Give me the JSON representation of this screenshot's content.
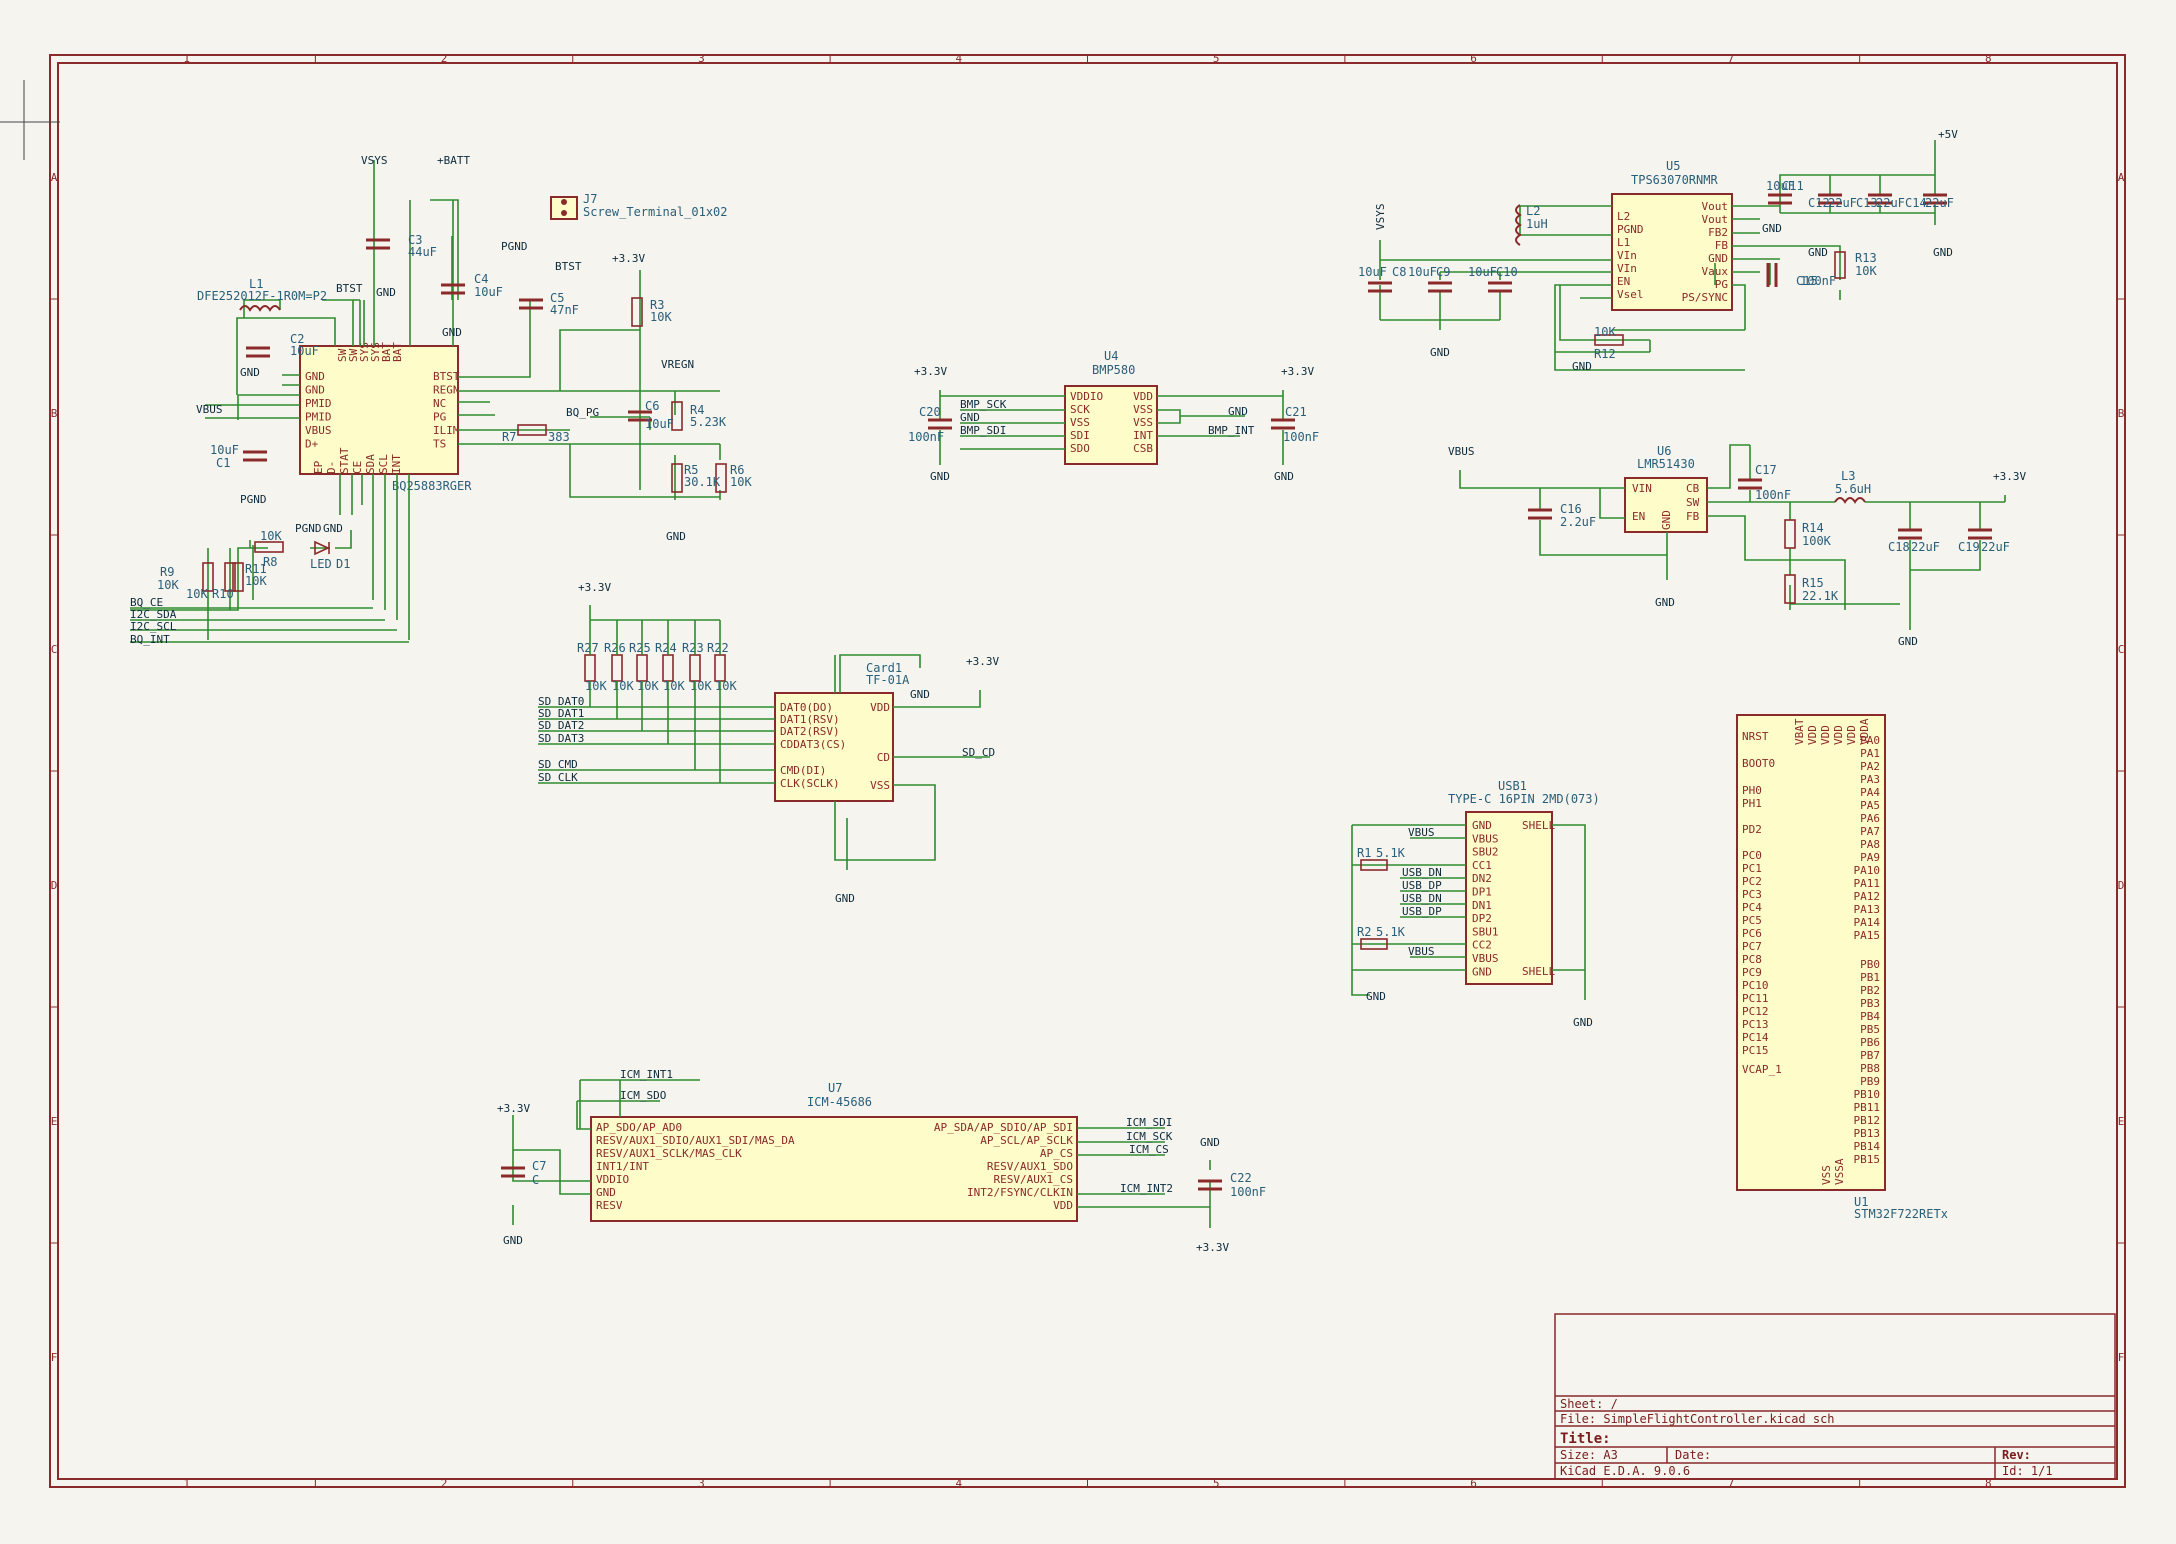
{
  "colors": {
    "frame": "#8a2a2a",
    "wire": "#2e8b2e",
    "body": "#fefcc8",
    "text": "#2a5f7a",
    "background": "#f5f4ef"
  },
  "border": {
    "cols": [
      "1",
      "2",
      "3",
      "4",
      "5",
      "6",
      "7",
      "8"
    ],
    "rows": [
      "A",
      "B",
      "C",
      "D",
      "E",
      "F"
    ]
  },
  "title_block": {
    "sheet": "Sheet: /",
    "file": "File: SimpleFlightController.kicad_sch",
    "title": "Title:",
    "size": "Size: A3",
    "date": "Date:",
    "rev": "Rev:",
    "tool": "KiCad E.D.A. 9.0.6",
    "id": "Id: 1/1"
  },
  "charger": {
    "ref": "BQ25883RGER",
    "power_vsys": "VSYS",
    "power_batt": "+BATT",
    "btst": "BTST",
    "btst2": "BTST",
    "l1_ref": "L1",
    "l1_val": "DFE252012F-1R0M=P2",
    "c2_ref": "C2",
    "c2_val": "10uF",
    "c3_ref": "C3",
    "c3_val": "44uF",
    "c4_ref": "C4",
    "c4_val": "10uF",
    "c5_ref": "C5",
    "c5_val": "47nF",
    "c6_ref": "C6",
    "c6_val": "10uF",
    "c1_ref": "C1",
    "c1_val": "10uF",
    "r3_ref": "R3",
    "r3_val": "10K",
    "r4_ref": "R4",
    "r4_val": "5.23K",
    "r5_ref": "R5",
    "r5_val": "30.1K",
    "r6_ref": "R6",
    "r6_val": "10K",
    "r7_ref": "R7",
    "r7_val": "383",
    "r8_ref": "R8",
    "r8_val": "10K",
    "r9_ref": "R9",
    "r9_val": "10K",
    "r10_ref": "R10",
    "r10_val": "10K",
    "r11_ref": "R11",
    "r11_val": "10K",
    "led_ref": "LED",
    "led_d": "D1",
    "j7_ref": "J7",
    "j7_val": "Screw_Terminal_01x02",
    "vregn": "VREGN",
    "v33": "+3.3V",
    "vbus": "VBUS",
    "gnd": "GND",
    "pgnd": "PGND",
    "bq_pg": "BQ_PG",
    "nets": [
      "BQ_CE",
      "I2C_SDA",
      "I2C_SCL",
      "BQ_INT"
    ],
    "pins_left": [
      "SW",
      "SW",
      "SYS",
      "SYS",
      "BAT",
      "BAT"
    ],
    "pins_right": [
      "BTST",
      "REGN",
      "NC",
      "PG",
      "ILIM",
      "TS"
    ],
    "pins_left2": [
      "GND",
      "GND",
      "PMID",
      "PMID",
      "VBUS",
      "D+"
    ],
    "pins_bottom": [
      "EP",
      "D-",
      "STAT",
      "CE",
      "SDA",
      "SCL",
      "INT"
    ]
  },
  "baro": {
    "ref": "U4",
    "val": "BMP580",
    "c20_ref": "C20",
    "c20_val": "100nF",
    "c21_ref": "C21",
    "c21_val": "100nF",
    "v33": "+3.3V",
    "gnd": "GND",
    "left": [
      "VDDIO",
      "SCK",
      "VSS",
      "SDI",
      "SDO"
    ],
    "right": [
      "VDD",
      "VSS",
      "VSS",
      "INT",
      "CSB"
    ],
    "nets": [
      "BMP_SCK",
      "GND",
      "BMP_SDI",
      "GND",
      "BMP_INT"
    ]
  },
  "boost": {
    "ref": "U5",
    "val": "TPS63070RNMR",
    "l2_ref": "L2",
    "l2_val": "1uH",
    "vsys": "VSYS",
    "v5": "+5V",
    "gnd": "GND",
    "r12_ref": "R12",
    "r12_val": "10K",
    "r13_ref": "R13",
    "r13_val": "10K",
    "caps": [
      {
        "ref": "C8",
        "val": "10uF"
      },
      {
        "ref": "C9",
        "val": "10uF"
      },
      {
        "ref": "C10",
        "val": "10uF"
      },
      {
        "ref": "C11",
        "val": "10uF"
      },
      {
        "ref": "C12",
        "val": "22uF"
      },
      {
        "ref": "C13",
        "val": "22uF"
      },
      {
        "ref": "C14",
        "val": "22uF"
      },
      {
        "ref": "C15",
        "val": "100nF"
      }
    ],
    "left": [
      "L2",
      "PGND",
      "L1",
      "VIn",
      "VIn",
      "EN",
      "Vsel"
    ],
    "right": [
      "Vout",
      "Vout",
      "FB2",
      "FB",
      "GND",
      "Vaux",
      "PG",
      "PS/SYNC"
    ]
  },
  "buck": {
    "ref": "U6",
    "val": "LMR51430",
    "vbus": "VBUS",
    "v33": "+3.3V",
    "gnd": "GND",
    "l3_ref": "L3",
    "l3_val": "5.6uH",
    "c16_ref": "C16",
    "c16_val": "2.2uF",
    "c17_ref": "C17",
    "c17_val": "100nF",
    "c18_ref": "C18",
    "c18_val": "22uF",
    "c19_ref": "C19",
    "c19_val": "22uF",
    "r14_ref": "R14",
    "r14_val": "100K",
    "r15_ref": "R15",
    "r15_val": "22.1K",
    "left": [
      "VIN",
      "EN"
    ],
    "right": [
      "CB",
      "SW",
      "FB"
    ],
    "bottom": "GND"
  },
  "sd": {
    "ref": "Card1",
    "val": "TF-01A",
    "v33": "+3.3V",
    "gnd": "GND",
    "sd_cd": "SD_CD",
    "resistors": [
      {
        "ref": "R27",
        "val": "10K"
      },
      {
        "ref": "R26",
        "val": "10K"
      },
      {
        "ref": "R25",
        "val": "10K"
      },
      {
        "ref": "R24",
        "val": "10K"
      },
      {
        "ref": "R23",
        "val": "10K"
      },
      {
        "ref": "R22",
        "val": "10K"
      }
    ],
    "nets": [
      "SD_DAT0",
      "SD_DAT1",
      "SD_DAT2",
      "SD_DAT3",
      "SD_CMD",
      "SD_CLK"
    ],
    "pins": [
      "DAT0(DO)",
      "DAT1(RSV)",
      "DAT2(RSV)",
      "CDDAT3(CS)",
      "CMD(DI)",
      "CLK(SCLK)"
    ],
    "right": [
      "VDD",
      "CD",
      "VSS"
    ]
  },
  "usb": {
    "ref": "USB1",
    "val": "TYPE-C 16PIN 2MD(073)",
    "r1_ref": "R1",
    "r1_val": "5.1K",
    "r2_ref": "R2",
    "r2_val": "5.1K",
    "gnd": "GND",
    "vbus": "VBUS",
    "pins": [
      "GND",
      "VBUS",
      "SBU2",
      "CC1",
      "DN2",
      "DP1",
      "DN1",
      "DP2",
      "SBU1",
      "CC2",
      "VBUS",
      "GND"
    ],
    "nets": [
      "VBUS",
      "USB_DN",
      "USB_DP",
      "USB_DN",
      "USB_DP",
      "VBUS"
    ],
    "shell": "SHELL"
  },
  "mcu": {
    "ref": "U1",
    "val": "STM32F722RETx",
    "top": [
      "VBAT",
      "VDD",
      "VDD",
      "VDD",
      "VDD",
      "VDDA"
    ],
    "left": [
      "NRST",
      "BOOT0",
      "PH0",
      "PH1",
      "PD2",
      "PC0",
      "PC1",
      "PC2",
      "PC3",
      "PC4",
      "PC5",
      "PC6",
      "PC7",
      "PC8",
      "PC9",
      "PC10",
      "PC11",
      "PC12",
      "PC13",
      "PC14",
      "PC15",
      "VCAP_1"
    ],
    "right": [
      "PA0",
      "PA1",
      "PA2",
      "PA3",
      "PA4",
      "PA5",
      "PA6",
      "PA7",
      "PA8",
      "PA9",
      "PA10",
      "PA11",
      "PA12",
      "PA13",
      "PA14",
      "PA15",
      "PB0",
      "PB1",
      "PB2",
      "PB3",
      "PB4",
      "PB5",
      "PB6",
      "PB7",
      "PB8",
      "PB9",
      "PB10",
      "PB11",
      "PB12",
      "PB13",
      "PB14",
      "PB15"
    ],
    "bottom": [
      "VSS",
      "VSSA"
    ]
  },
  "imu": {
    "ref": "U7",
    "val": "ICM-45686",
    "v33": "+3.3V",
    "gnd": "GND",
    "c7_ref": "C7",
    "c7_val": "C",
    "c22_ref": "C22",
    "c22_val": "100nF",
    "left": [
      "AP_SDO/AP_AD0",
      "RESV/AUX1_SDIO/AUX1_SDI/MAS_DA",
      "RESV/AUX1_SCLK/MAS_CLK",
      "INT1/INT",
      "VDDIO",
      "GND",
      "RESV"
    ],
    "right": [
      "AP_SDA/AP_SDIO/AP_SDI",
      "AP_SCL/AP_SCLK",
      "AP_CS",
      "RESV/AUX1_SDO",
      "RESV/AUX1_CS",
      "INT2/FSYNC/CLKIN",
      "VDD"
    ],
    "nets_top": [
      "ICM_INT1",
      "ICM_SDO"
    ],
    "nets_right": [
      "ICM_SDI",
      "ICM_SCK",
      "ICM_CS",
      "ICM_INT2"
    ]
  }
}
